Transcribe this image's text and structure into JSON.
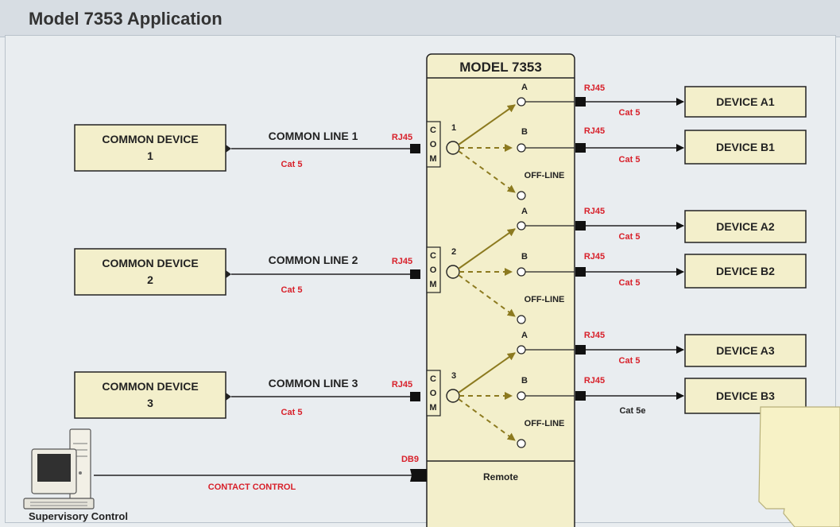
{
  "title": "Model 7353 Application",
  "model": {
    "title": "MODEL 7353",
    "remote": "Remote"
  },
  "colors": {
    "red": "#d8202a",
    "olive": "#8c7a1f",
    "box_fill": "#f3efcb"
  },
  "common_devices": [
    {
      "name_line1": "COMMON DEVICE",
      "name_line2": "1",
      "line": "COMMON LINE 1",
      "connector": "RJ45",
      "cable": "Cat 5",
      "com_number": "1"
    },
    {
      "name_line1": "COMMON DEVICE",
      "name_line2": "2",
      "line": "COMMON LINE 2",
      "connector": "RJ45",
      "cable": "Cat 5",
      "com_number": "2"
    },
    {
      "name_line1": "COMMON DEVICE",
      "name_line2": "3",
      "line": "COMMON LINE 3",
      "connector": "RJ45",
      "cable": "Cat 5",
      "com_number": "3"
    }
  ],
  "com_letters": [
    "C",
    "O",
    "M"
  ],
  "switch_labels": {
    "a": "A",
    "b": "B",
    "off": "OFF-LINE"
  },
  "output_devices": [
    {
      "name": "DEVICE A1",
      "connector": "RJ45",
      "cable": "Cat 5"
    },
    {
      "name": "DEVICE B1",
      "connector": "RJ45",
      "cable": "Cat 5"
    },
    {
      "name": "DEVICE A2",
      "connector": "RJ45",
      "cable": "Cat 5"
    },
    {
      "name": "DEVICE B2",
      "connector": "RJ45",
      "cable": "Cat 5"
    },
    {
      "name": "DEVICE A3",
      "connector": "RJ45",
      "cable": "Cat 5"
    },
    {
      "name": "DEVICE B3",
      "connector": "RJ45",
      "cable": "Cat 5e"
    }
  ],
  "supervisory": {
    "label": "Supervisory Control",
    "connector": "DB9",
    "line": "CONTACT CONTROL"
  }
}
